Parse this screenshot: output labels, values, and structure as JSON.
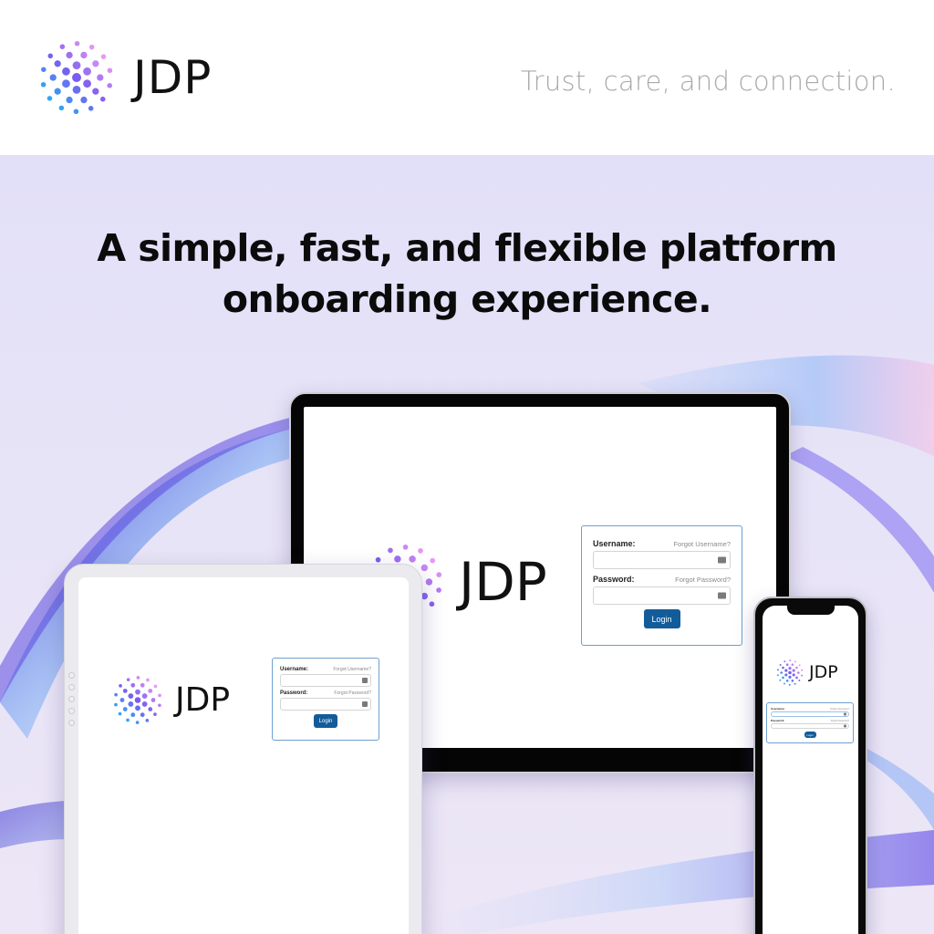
{
  "header": {
    "brand_name": "JDP",
    "tagline": "Trust, care, and connection."
  },
  "hero": {
    "headline_line1": "A simple, fast, and flexible platform",
    "headline_line2": "onboarding experience."
  },
  "login_form": {
    "username_label": "Username:",
    "forgot_username": "Forgot Username?",
    "password_label": "Password:",
    "forgot_password": "Forgot Password?",
    "login_button": "Login",
    "username_value": "",
    "password_value": ""
  },
  "devices": {
    "monitor": {
      "brand_name": "JDP"
    },
    "tablet": {
      "brand_name": "JDP"
    },
    "phone": {
      "brand_name": "JDP"
    }
  },
  "colors": {
    "accent_button": "#135c9a",
    "form_border": "#6f9fd0",
    "logo_gradient_start": "#2fa8f5",
    "logo_gradient_mid": "#7b5cf0",
    "logo_gradient_end": "#e89af5",
    "tagline": "#a9a9a9",
    "hero_background": "#e4e1f8"
  },
  "icons": {
    "logo": "dot-sphere-logo",
    "input_key": "password-manager-key-icon"
  }
}
